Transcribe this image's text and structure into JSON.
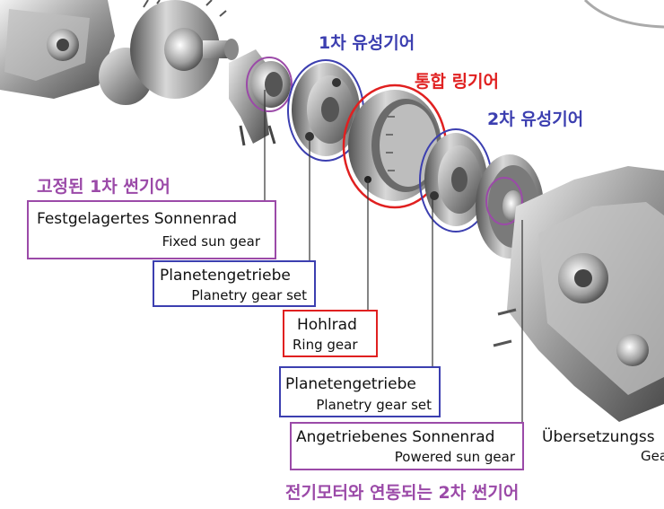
{
  "colors": {
    "blue": "#3c3fb0",
    "red": "#e02020",
    "purple": "#9b4aa8",
    "line": "#333333"
  },
  "korean_labels": {
    "stage1_planetary": "1차 유성기어",
    "integrated_ring": "통합 링기어",
    "stage2_planetary": "2차 유성기어",
    "fixed_sun_stage1": "고정된 1차 썬기어",
    "powered_sun_stage2": "전기모터와 연동되는 2차 썬기어"
  },
  "callouts": {
    "fixed_sun": {
      "de": "Festgelagertes Sonnenrad",
      "en": "Fixed sun gear"
    },
    "planet1": {
      "de": "Planetengetriebe",
      "en": "Planetry gear set"
    },
    "ring": {
      "de": "Hohlrad",
      "en": "Ring gear"
    },
    "planet2": {
      "de": "Planetengetriebe",
      "en": "Planetry gear set"
    },
    "powered_sun": {
      "de": "Angetriebenes Sonnenrad",
      "en": "Powered sun gear"
    },
    "gearbox": {
      "de": "Übersetzungss",
      "en": "Gea"
    }
  }
}
